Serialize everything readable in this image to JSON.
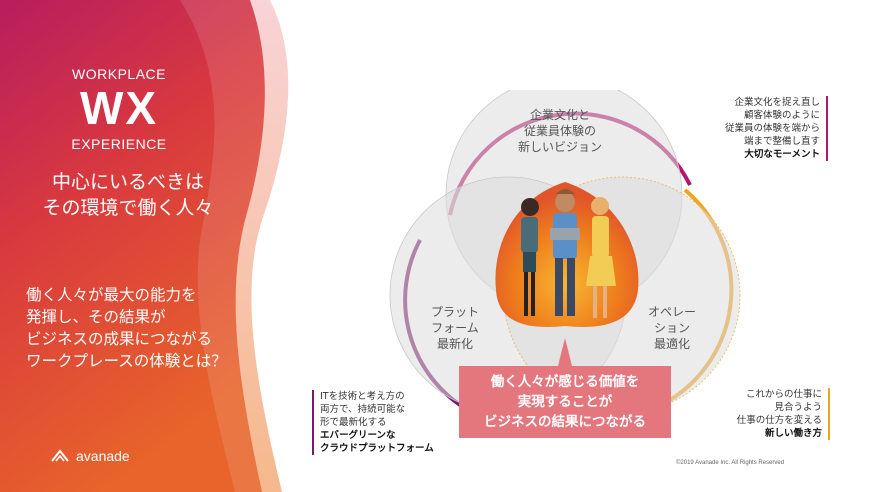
{
  "brand": {
    "workplace": "WORKPLACE",
    "wx": "WX",
    "experience": "EXPERIENCE",
    "logo_text": "avanade"
  },
  "left": {
    "headline": [
      "中心にいるべきは",
      "その環境で働く人々"
    ],
    "question": [
      "働く人々が最大の能力を",
      "発揮し、その結果が",
      "ビジネスの成果につながる",
      "ワークプレースの体験とは？"
    ]
  },
  "circles": {
    "top": [
      "企業文化と",
      "従業員体験の",
      "新しいビジョン"
    ],
    "left": [
      "プラット",
      "フォーム",
      "最新化"
    ],
    "right": [
      "オペレー",
      "ション",
      "最適化"
    ]
  },
  "notes": {
    "top_right": {
      "lines": [
        "企業文化を捉え直し",
        "顧客体験のように",
        "従業員の体験を端から",
        "端まで整備し直す"
      ],
      "bold": "大切なモーメント"
    },
    "bottom_left": {
      "lines": [
        "ITを技術と考え方の",
        "両方で、持続可能な",
        "形で最新化する"
      ],
      "bold": [
        "エバーグリーンな",
        "クラウドプラットフォーム"
      ]
    },
    "bottom_right": {
      "lines": [
        "これからの仕事に",
        "見合うよう",
        "仕事の仕方を変える"
      ],
      "bold": "新しい働き方"
    }
  },
  "center_box": [
    "働く人々が感じる価値を",
    "実現することが",
    "ビジネスの結果につながる"
  ],
  "copyright": "©2019 Avanade Inc. All Rights Reserved",
  "colors": {
    "magenta": "#b5166b",
    "purple": "#7a1a6b",
    "orange": "#f2a322",
    "coral": "#e4767e",
    "panel_red": "#d83a3a"
  }
}
